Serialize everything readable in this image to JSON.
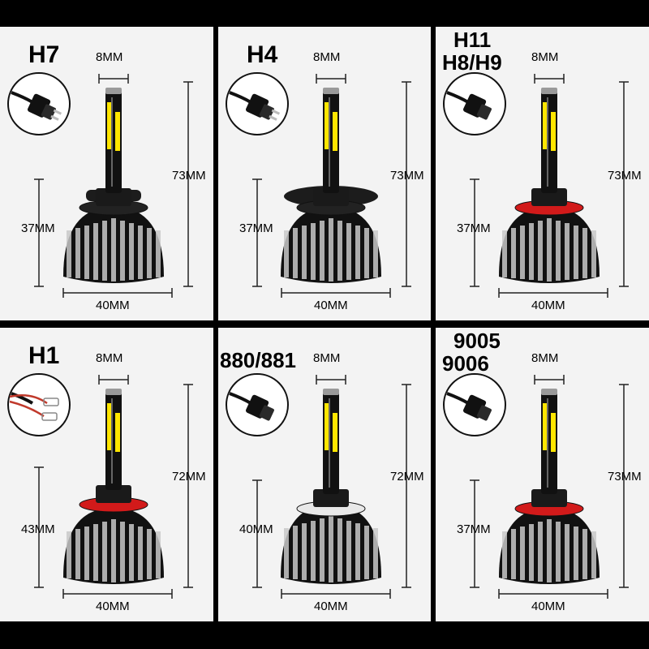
{
  "panels": [
    {
      "title": [
        "H7"
      ],
      "width": "8MM",
      "length": "73MM",
      "base": "37MM",
      "diameter": "40MM",
      "plug": "h7-plug-icon",
      "ring": "dark"
    },
    {
      "title": [
        "H4"
      ],
      "width": "8MM",
      "length": "73MM",
      "base": "37MM",
      "diameter": "40MM",
      "plug": "h4-plug-icon",
      "ring": "dark"
    },
    {
      "title": [
        "H11",
        "H8/H9"
      ],
      "width": "8MM",
      "length": "73MM",
      "base": "37MM",
      "diameter": "40MM",
      "plug": "h11-plug-icon",
      "ring": "red"
    },
    {
      "title": [
        "H1"
      ],
      "width": "8MM",
      "length": "72MM",
      "base": "43MM",
      "diameter": "40MM",
      "plug": "h1-wire-icon",
      "ring": "red"
    },
    {
      "title": [
        "880/881"
      ],
      "width": "8MM",
      "length": "72MM",
      "base": "40MM",
      "diameter": "40MM",
      "plug": "880-plug-icon",
      "ring": "white"
    },
    {
      "title": [
        "9005",
        "9006"
      ],
      "width": "8MM",
      "length": "73MM",
      "base": "37MM",
      "diameter": "40MM",
      "plug": "9005-plug-icon",
      "ring": "red"
    }
  ],
  "colors": {
    "led": "#ffe600",
    "ring_red": "#d21a1a",
    "fin_silver": "#c8c8c8",
    "body": "#111111",
    "background": "#f3f3f3"
  }
}
